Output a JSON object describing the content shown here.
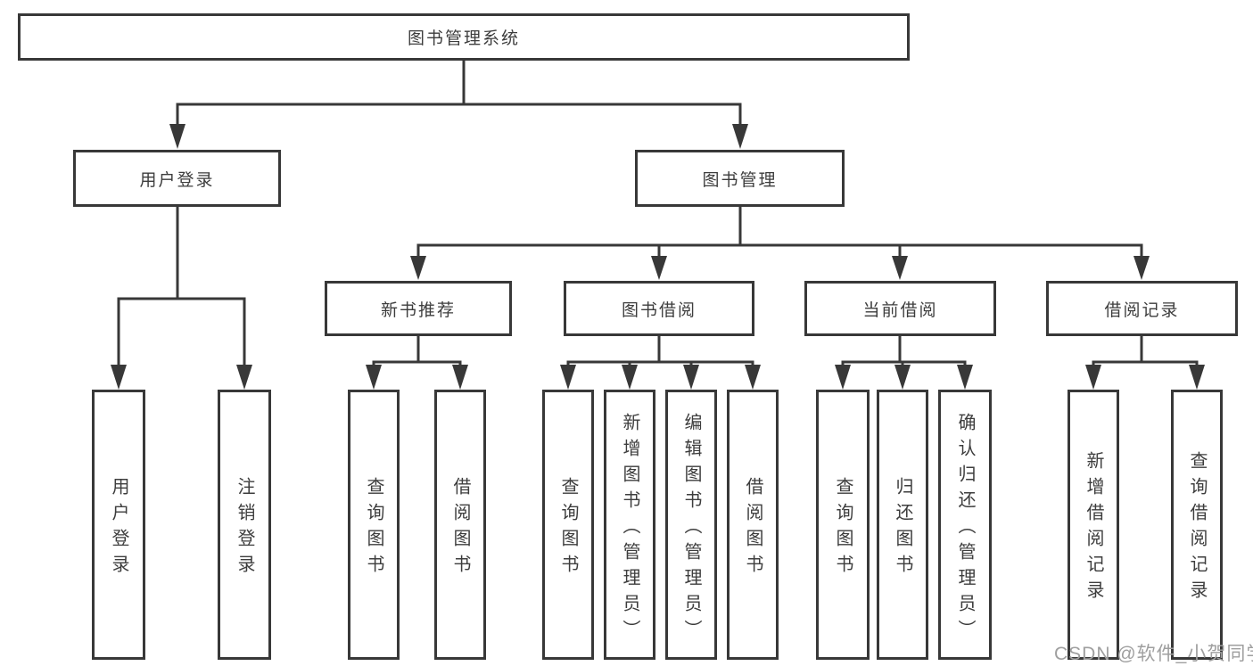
{
  "tree": {
    "root": {
      "label": "图书管理系统"
    },
    "branches": [
      {
        "label": "用户登录",
        "children": [
          "用户登录",
          "注销登录"
        ]
      },
      {
        "label": "图书管理",
        "children": [
          {
            "label": "新书推荐",
            "children": [
              "查询图书",
              "借阅图书"
            ]
          },
          {
            "label": "图书借阅",
            "children": [
              "查询图书",
              "新增图书（管理员）",
              "编辑图书（管理员）",
              "借阅图书"
            ]
          },
          {
            "label": "当前借阅",
            "children": [
              "查询图书",
              "归还图书",
              "确认归还（管理员）"
            ]
          },
          {
            "label": "借阅记录",
            "children": [
              "新增借阅记录",
              "查询借阅记录"
            ]
          }
        ]
      }
    ]
  },
  "watermark": "CSDN @软件_小贺同学",
  "colors": {
    "line": "#383838",
    "border": "#383838",
    "text": "#3d3d3d",
    "watermark": "#9f9f9f",
    "background": "#ffffff"
  }
}
